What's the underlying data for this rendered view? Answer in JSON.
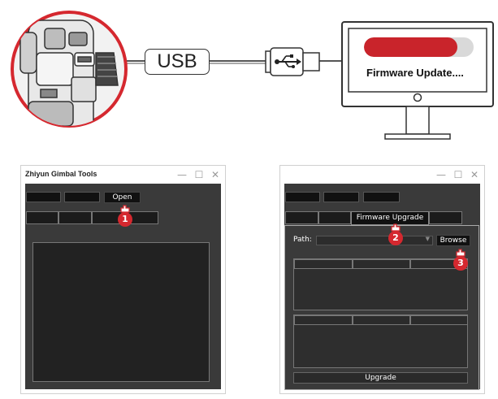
{
  "cable_label": "USB",
  "monitor": {
    "status_text": "Firmware Update....",
    "progress": 0.85,
    "progress_color": "#c9242b",
    "track_color": "#d9d9d9"
  },
  "left_window": {
    "title": "Zhiyun Gimbal Tools",
    "open_label": "Open",
    "step_badge": "1",
    "controls": [
      "minimize-icon",
      "maximize-icon",
      "close-icon"
    ]
  },
  "right_window": {
    "firmware_tab_label": "Firmware Upgrade",
    "path_label": "Path:",
    "browse_label": "Browse",
    "upgrade_label": "Upgrade",
    "step_badges": [
      "2",
      "3"
    ],
    "controls": [
      "minimize-icon",
      "maximize-icon",
      "close-icon"
    ]
  },
  "accent_color": "#d5282f",
  "icons": [
    "usb-icon",
    "hand-pointer-icon",
    "monitor-icon",
    "gimbal-icon"
  ]
}
